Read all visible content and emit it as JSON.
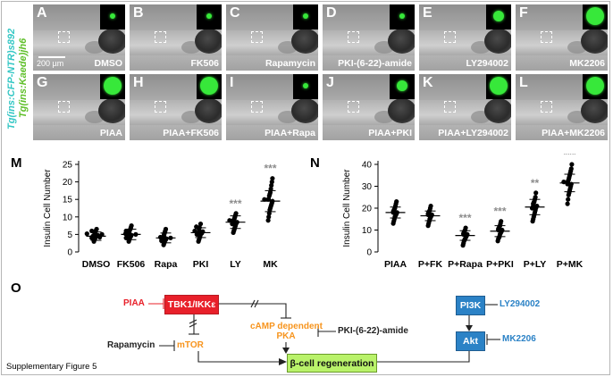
{
  "side_label": {
    "line1": "Tg(ins:CFP-NTR)s892",
    "line2": "Tg(ins:Kaede)jh6"
  },
  "scale_bar": "200 µm",
  "panels": [
    {
      "label": "A",
      "condition": "DMSO",
      "blob": 1
    },
    {
      "label": "B",
      "condition": "FK506",
      "blob": 1
    },
    {
      "label": "C",
      "condition": "Rapamycin",
      "blob": 1
    },
    {
      "label": "D",
      "condition": "PKI-(6-22)-amide",
      "blob": 1
    },
    {
      "label": "E",
      "condition": "LY294002",
      "blob": 2
    },
    {
      "label": "F",
      "condition": "MK2206",
      "blob": 3
    },
    {
      "label": "G",
      "condition": "PIAA",
      "blob": 3
    },
    {
      "label": "H",
      "condition": "PIAA+FK506",
      "blob": 3
    },
    {
      "label": "I",
      "condition": "PIAA+Rapa",
      "blob": 1
    },
    {
      "label": "J",
      "condition": "PIAA+PKI",
      "blob": 2
    },
    {
      "label": "K",
      "condition": "PIAA+LY294002",
      "blob": 3
    },
    {
      "label": "L",
      "condition": "PIAA+MK2206",
      "blob": 3
    }
  ],
  "chart_data": [
    {
      "letter": "M",
      "type": "scatter",
      "ylabel": "Insulin Cell Number",
      "ylim": [
        0,
        25
      ],
      "yticks": [
        0,
        5,
        10,
        15,
        20,
        25
      ],
      "categories": [
        "DMSO",
        "FK506",
        "Rapa",
        "PKI",
        "LY",
        "MK"
      ],
      "means": [
        4.5,
        5,
        4,
        5.5,
        8.5,
        14.5
      ],
      "sd": [
        1.2,
        1.5,
        1.4,
        1.4,
        1.8,
        3.0
      ],
      "points": [
        [
          3,
          3.5,
          3.8,
          4,
          4.2,
          4.5,
          4.5,
          4.8,
          5,
          5,
          5.2,
          5.5,
          6,
          6,
          6.5
        ],
        [
          3,
          3.5,
          4,
          4,
          4.5,
          4.8,
          5,
          5,
          5.2,
          5.5,
          5.8,
          6,
          6.5,
          7,
          7.5
        ],
        [
          2,
          2.5,
          3,
          3.2,
          3.5,
          3.8,
          4,
          4,
          4.2,
          4.5,
          5,
          5.5,
          6,
          6.5
        ],
        [
          3,
          3.5,
          4,
          4.5,
          5,
          5,
          5.3,
          5.5,
          5.8,
          6,
          6.5,
          7,
          7.2,
          8
        ],
        [
          5.5,
          6,
          6.5,
          7,
          7.5,
          8,
          8,
          8.5,
          8.5,
          9,
          9,
          9.5,
          10,
          10.5,
          11
        ],
        [
          9,
          10,
          11,
          12,
          12.5,
          13,
          13.5,
          14,
          14.5,
          15,
          15,
          16,
          16.5,
          17,
          18,
          19,
          20,
          21
        ]
      ],
      "significance": [
        "",
        "",
        "",
        "",
        "***",
        "***"
      ]
    },
    {
      "letter": "N",
      "type": "scatter",
      "ylabel": "Insulin Cell Number",
      "ylim": [
        0,
        40
      ],
      "yticks": [
        0,
        10,
        20,
        30,
        40
      ],
      "categories": [
        "PIAA",
        "P+FK",
        "P+Rapa",
        "P+PKI",
        "P+LY",
        "P+MK"
      ],
      "means": [
        18,
        16.5,
        7.5,
        9.5,
        20.5,
        31.5
      ],
      "sd": [
        2.5,
        2.2,
        2.2,
        2.5,
        3.5,
        4.0
      ],
      "points": [
        [
          13,
          14,
          15,
          16,
          16.5,
          17,
          17.5,
          18,
          18,
          18.5,
          19,
          19.5,
          20,
          21,
          22,
          23
        ],
        [
          12,
          13,
          14,
          15,
          15.5,
          16,
          16.5,
          17,
          17,
          17.5,
          18,
          18.5,
          19,
          20,
          21
        ],
        [
          3,
          4,
          5,
          5.5,
          6,
          6.5,
          7,
          7.5,
          8,
          8,
          8.5,
          9,
          9.5,
          10,
          11
        ],
        [
          5,
          6,
          6.5,
          7,
          8,
          8.5,
          9,
          9.5,
          10,
          10,
          10.5,
          11,
          11.5,
          12,
          13,
          14
        ],
        [
          14,
          15,
          16,
          17,
          18,
          19,
          20,
          20,
          21,
          21,
          22,
          22.5,
          23,
          24,
          25,
          27
        ],
        [
          22,
          24,
          26,
          27,
          28,
          29,
          30,
          31,
          31,
          32,
          32,
          33,
          34,
          35,
          36,
          37,
          38,
          40
        ]
      ],
      "significance": [
        "",
        "",
        "***",
        "***",
        "**",
        "***"
      ]
    }
  ],
  "diagram": {
    "letter": "O",
    "piaa": "PIAA",
    "tbk1": "TBK1/IKKε",
    "camp_line1": "cAMP dependent",
    "camp_line2": "PKA",
    "pki": "PKI-(6-22)-amide",
    "rapamycin": "Rapamycin",
    "mtor": "mTOR",
    "regen": "β-cell regeneration",
    "pi3k": "PI3K",
    "ly": "LY294002",
    "akt": "Akt",
    "mk": "MK2206",
    "colors": {
      "red": "#e8202a",
      "orange": "#f7941d",
      "blue": "#2b82c6",
      "green": "#b9f26a",
      "darkblue": "#1f6fb0"
    }
  },
  "footer": "Supplementary Figure 5"
}
